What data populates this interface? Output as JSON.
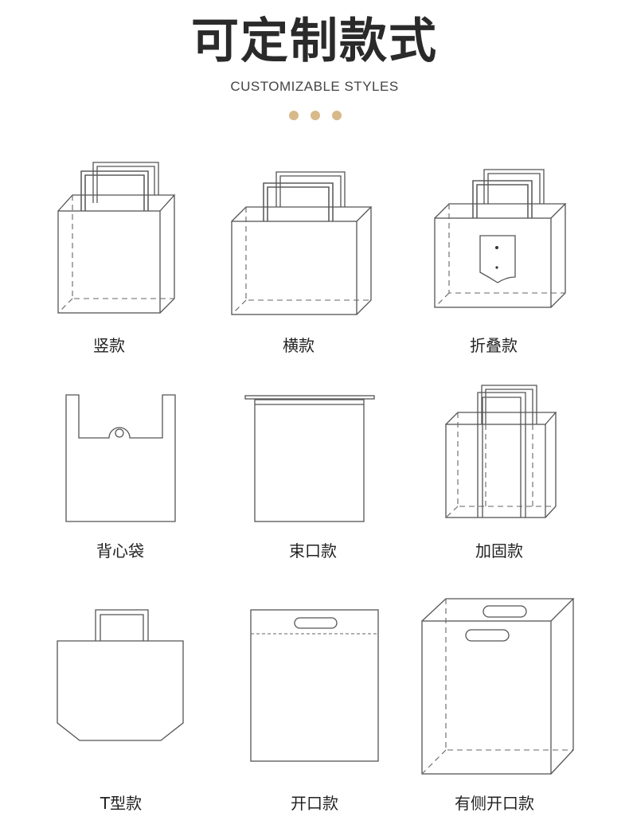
{
  "header": {
    "title": "可定制款式",
    "subtitle": "CUSTOMIZABLE STYLES",
    "dot_color": "#d8b98a"
  },
  "styles": [
    {
      "label": "竖款",
      "icon": "vertical-bag-icon"
    },
    {
      "label": "横款",
      "icon": "horizontal-bag-icon"
    },
    {
      "label": "折叠款",
      "icon": "folding-bag-icon"
    },
    {
      "label": "背心袋",
      "icon": "vest-bag-icon"
    },
    {
      "label": "束口款",
      "icon": "drawstring-bag-icon"
    },
    {
      "label": "加固款",
      "icon": "reinforced-bag-icon"
    },
    {
      "label": "T型款",
      "icon": "t-shape-bag-icon"
    },
    {
      "label": "开口款",
      "icon": "open-handle-bag-icon"
    },
    {
      "label": "有侧开口款",
      "icon": "side-open-bag-icon"
    }
  ]
}
